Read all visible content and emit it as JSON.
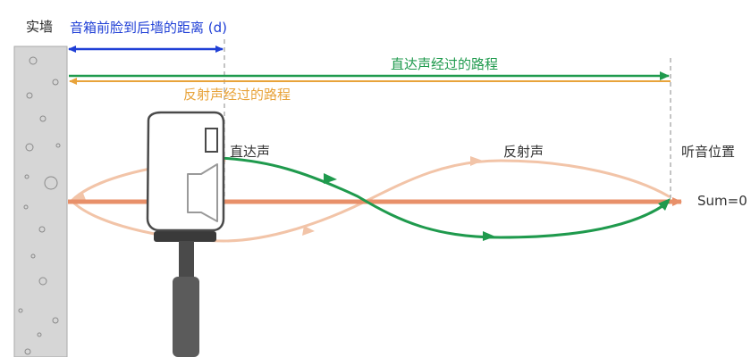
{
  "labels": {
    "wall": "实墙",
    "speaker_distance": "音箱前脸到后墙的距离 (d)",
    "direct_path": "直达声经过的路程",
    "reflected_path": "反射声经过的路程",
    "direct_sound": "直达声",
    "reflected_sound": "反射声",
    "listening_position": "听音位置",
    "sum": "Sum=0"
  },
  "colors": {
    "blue": "#1f3fd6",
    "green": "#1f9a4d",
    "orange": "#e8a33a",
    "salmon": "#e8906a",
    "wall_fill": "#d9d9d9",
    "text": "#333333"
  },
  "icons": {
    "speaker": "studio-monitor-icon",
    "stand": "speaker-stand-icon"
  }
}
